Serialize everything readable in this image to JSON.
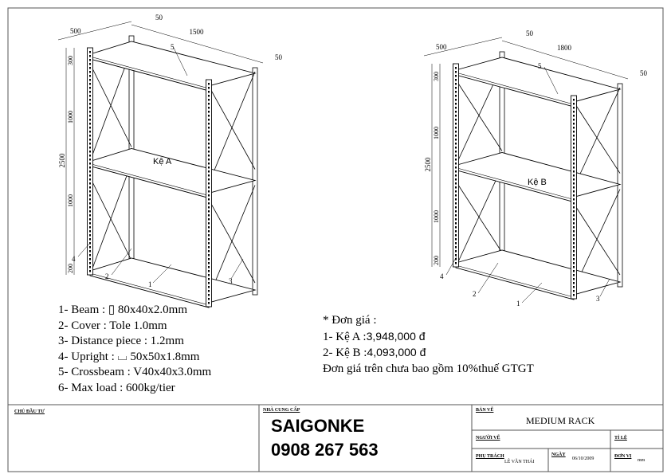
{
  "rack_a": {
    "label": "Kệ A",
    "dims": {
      "depth": "500",
      "gap_back": "50",
      "width": "1500",
      "gap_right": "50",
      "height": "2500",
      "top": "300",
      "mid1": "1000",
      "mid2": "1000",
      "bottom": "200"
    },
    "callouts": [
      "1",
      "2",
      "3",
      "4",
      "5"
    ]
  },
  "rack_b": {
    "label": "Kệ B",
    "dims": {
      "depth": "500",
      "gap_back": "50",
      "width": "1800",
      "gap_right": "50",
      "height": "2500",
      "top": "300",
      "mid1": "1000",
      "mid2": "1000",
      "bottom": "200"
    },
    "callouts": [
      "1",
      "2",
      "3",
      "4",
      "5"
    ]
  },
  "specs": [
    "1- Beam  : ▯ 80x40x2.0mm",
    "2- Cover : Tole 1.0mm",
    "3- Distance piece :  1.2mm",
    "4- Upright : ⌴ 50x50x1.8mm",
    "5- Crossbeam : V40x40x3.0mm",
    "6- Max load : 600kg/tier"
  ],
  "pricing": {
    "title": "* Đơn giá :",
    "items": [
      {
        "label": "1- Kệ A :",
        "price": "3,948,000 đ"
      },
      {
        "label": "2- Kệ B :",
        "price": "4,093,000 đ"
      }
    ],
    "note": "Đơn giá trên chưa bao gồm 10%thuế GTGT"
  },
  "title_block": {
    "owner_label": "CHỦ ĐẦU TƯ",
    "supplier_label": "NHÀ CUNG CẤP",
    "supplier_name": "SAIGONKE",
    "supplier_phone": "0908 267 563",
    "drawing_label": "BẢN VẼ",
    "drawing_name": "MEDIUM  RACK",
    "drawn_by_label": "NGƯỜI VẼ",
    "scale_label": "TỈ LỆ",
    "in_charge_label": "PHỤ TRÁCH",
    "in_charge_name": "LÊ VĂN THÁI",
    "date_label": "NGÀY",
    "date": "06/10/2009",
    "unit_label": "ĐƠN VỊ",
    "unit": "mm"
  }
}
